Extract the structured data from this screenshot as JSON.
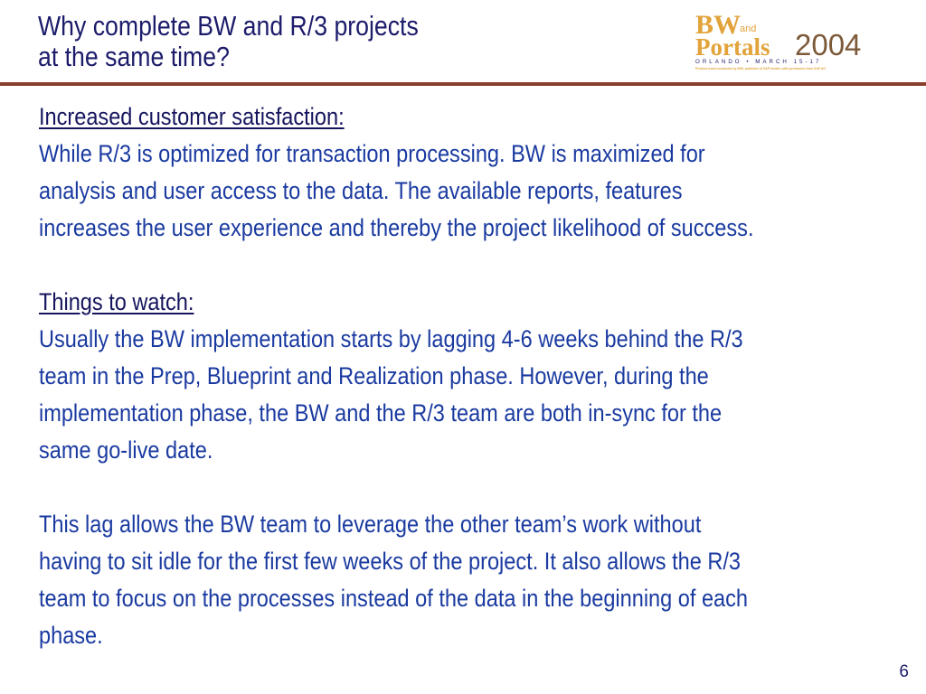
{
  "slide": {
    "title_line1": "Why complete BW and R/3 projects",
    "title_line2": "at the same time?",
    "page_number": "6"
  },
  "logo": {
    "word_bw": "BW",
    "word_and": "and",
    "word_portals": "Portals",
    "year": "2004",
    "location": "ORLANDO • MARCH 15-17",
    "credit": "Produced and conducted by WIS, publisher of SAP Insider, with permission from SAP AG",
    "colors": {
      "brand_orange": "#e2a33a",
      "year_brown": "#7d5a3a",
      "location_navy": "#24246e"
    }
  },
  "content": {
    "satisfaction": {
      "heading": "Increased customer satisfaction:",
      "lines": [
        "While R/3 is optimized for transaction processing. BW is maximized for",
        "analysis and user access to the data. The available reports, features",
        "increases the user experience and thereby the project likelihood of success."
      ]
    },
    "watch": {
      "heading": "Things to watch:",
      "lines": [
        "Usually the BW implementation starts by lagging 4-6 weeks behind the R/3",
        "team in the Prep, Blueprint and Realization phase. However, during the",
        "implementation phase, the BW and the R/3 team are both in-sync for the",
        "same go-live date."
      ]
    },
    "lag": {
      "lines": [
        "This lag allows the BW team to leverage the other team’s work without",
        "having to sit idle for the first few weeks of the project. It also allows the R/3",
        "team to focus on the processes instead of the data in the beginning of each",
        "phase."
      ]
    }
  },
  "colors": {
    "title": "#1c1c6b",
    "body_text": "#1a3aa0",
    "heading_text": "#15155e",
    "divider": "#8a3f2e"
  }
}
